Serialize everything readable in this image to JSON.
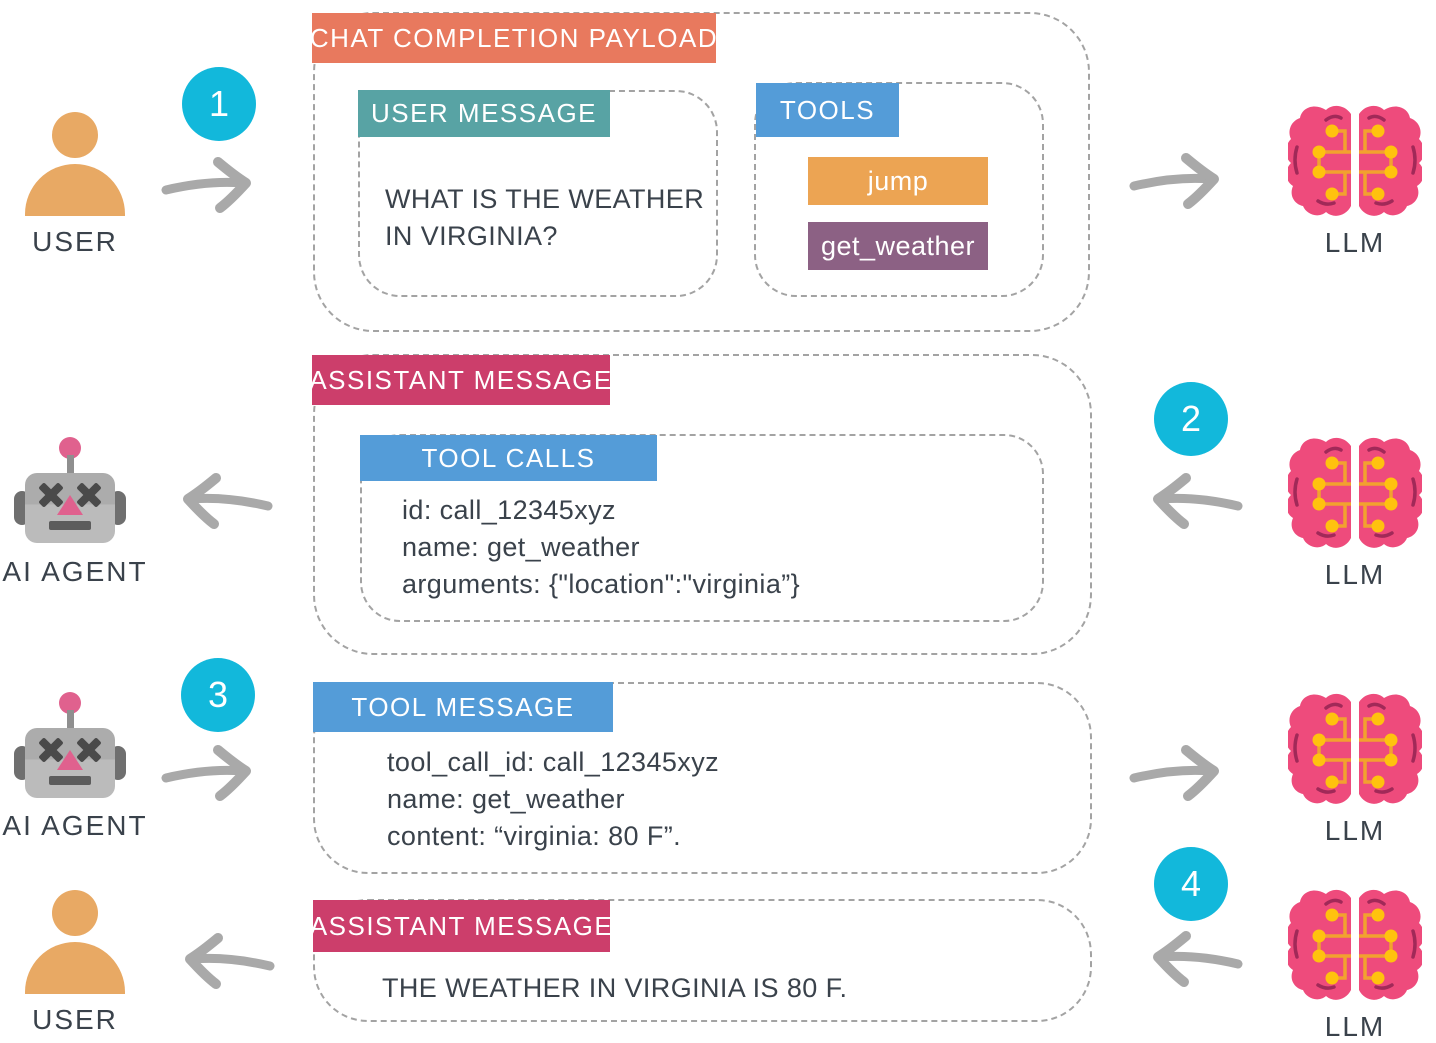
{
  "diagram": {
    "steps": [
      "1",
      "2",
      "3",
      "4"
    ],
    "labels": {
      "user": "USER",
      "agent": "AI AGENT",
      "llm": "LLM"
    },
    "row1": {
      "payload_header": "CHAT COMPLETION PAYLOAD",
      "user_message_header": "USER MESSAGE",
      "user_message_line1": "WHAT IS THE WEATHER",
      "user_message_line2": "IN VIRGINIA?",
      "tools_header": "TOOLS",
      "tool_jump": "jump",
      "tool_get_weather": "get_weather"
    },
    "row2": {
      "header": "ASSISTANT MESSAGE",
      "tool_calls_header": "TOOL CALLS",
      "line1": "id: call_12345xyz",
      "line2": "name: get_weather",
      "line3": "arguments: {\"location\":\"virginia”}"
    },
    "row3": {
      "header": "TOOL MESSAGE",
      "line1": "tool_call_id: call_12345xyz",
      "line2": "name: get_weather",
      "line3": "content: “virginia: 80 F”."
    },
    "row4": {
      "header": "ASSISTANT MESSAGE",
      "line1": "THE WEATHER IN VIRGINIA IS 80 F."
    },
    "colors": {
      "coral": "#E8795E",
      "teal": "#58A3A4",
      "blue": "#549CD8",
      "magenta": "#CC3E6B",
      "tool_orange": "#ECA453",
      "tool_purple": "#8C6184",
      "step_cyan": "#12B8DB",
      "person_orange": "#E8A964",
      "brain_pink": "#EE4B7C",
      "circuit_orange": "#F2A12F",
      "circuit_node_yellow": "#FFC20E",
      "arrow_gray": "#A9A9A9",
      "dash_gray": "#A3A3A3",
      "text_dark": "#3A424B"
    }
  }
}
